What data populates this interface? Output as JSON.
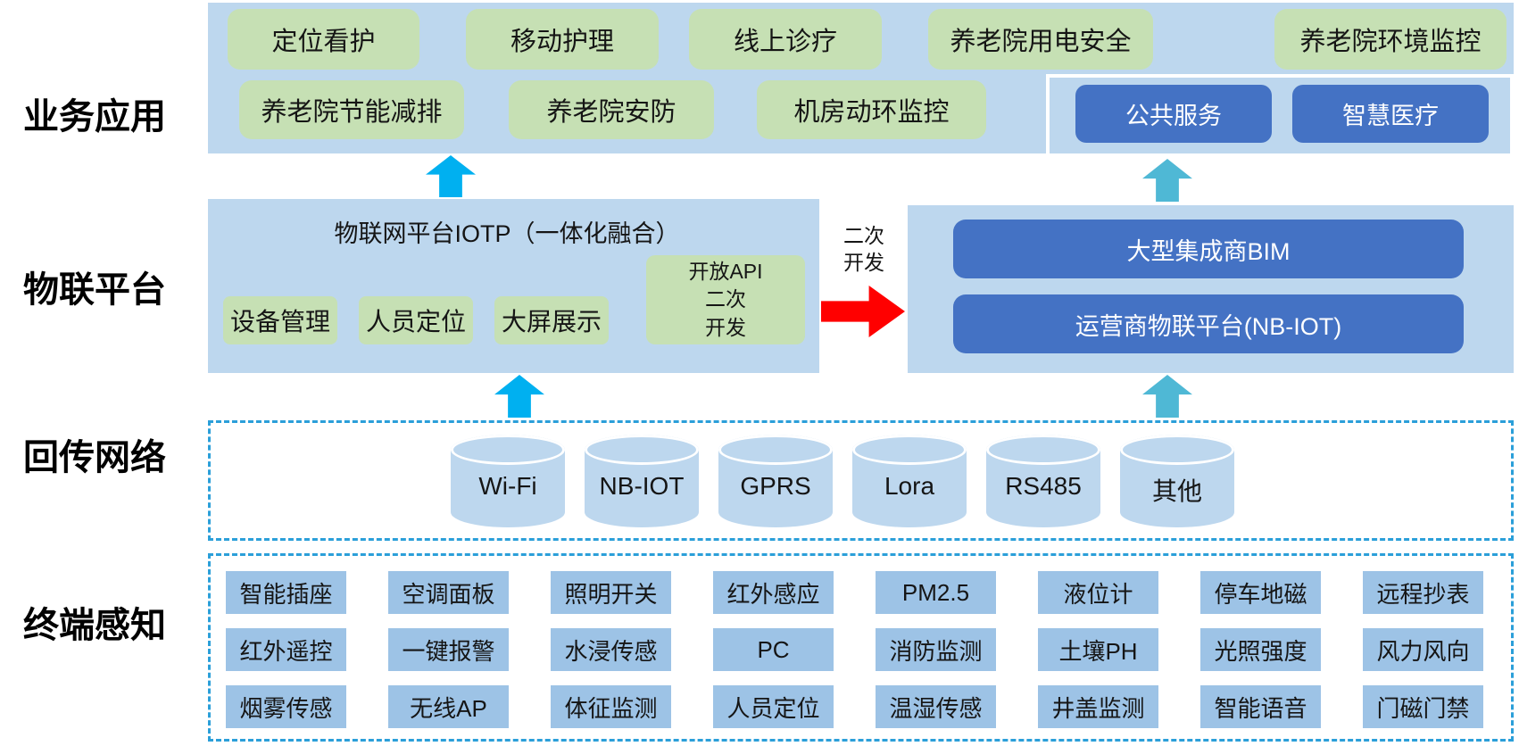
{
  "sections": {
    "business_label": "业务应用",
    "platform_label": "物联平台",
    "network_label": "回传网络",
    "terminal_label": "终端感知"
  },
  "business": {
    "row1": [
      "定位看护",
      "移动护理",
      "线上诊疗",
      "养老院用电安全",
      "养老院环境监控"
    ],
    "row2": [
      "养老院节能减排",
      "养老院安防",
      "机房动环监控"
    ],
    "highlight": [
      "公共服务",
      "智慧医疗"
    ]
  },
  "platform": {
    "iotp_title": "物联网平台IOTP（一体化融合）",
    "iotp_modules": [
      "设备管理",
      "人员定位",
      "大屏展示"
    ],
    "open_api_lines": [
      "开放API",
      "二次",
      "开发"
    ],
    "dev_note_lines": [
      "二次",
      "开发"
    ],
    "right_boxes": [
      "大型集成商BIM",
      "运营商物联平台(NB-IOT)"
    ]
  },
  "network": {
    "nodes": [
      "Wi-Fi",
      "NB-IOT",
      "GPRS",
      "Lora",
      "RS485",
      "其他"
    ]
  },
  "terminal": {
    "devices": [
      "智能插座",
      "空调面板",
      "照明开关",
      "红外感应",
      "PM2.5",
      "液位计",
      "停车地磁",
      "远程抄表",
      "红外遥控",
      "一键报警",
      "水浸传感",
      "PC",
      "消防监测",
      "土壤PH",
      "光照强度",
      "风力风向",
      "烟雾传感",
      "无线AP",
      "体征监测",
      "人员定位",
      "温湿传感",
      "井盖监测",
      "智能语音",
      "门磁门禁"
    ]
  },
  "colors": {
    "container_blue": "#bdd7ee",
    "box_green": "#c6e0b4",
    "box_dark_blue": "#4472c4",
    "box_mid_blue": "#9dc3e6",
    "arrow_blue": "#00b0f0",
    "arrow_teal": "#4fb8d5",
    "arrow_red": "#ff0000",
    "dashed_border": "#2b9fd9"
  }
}
